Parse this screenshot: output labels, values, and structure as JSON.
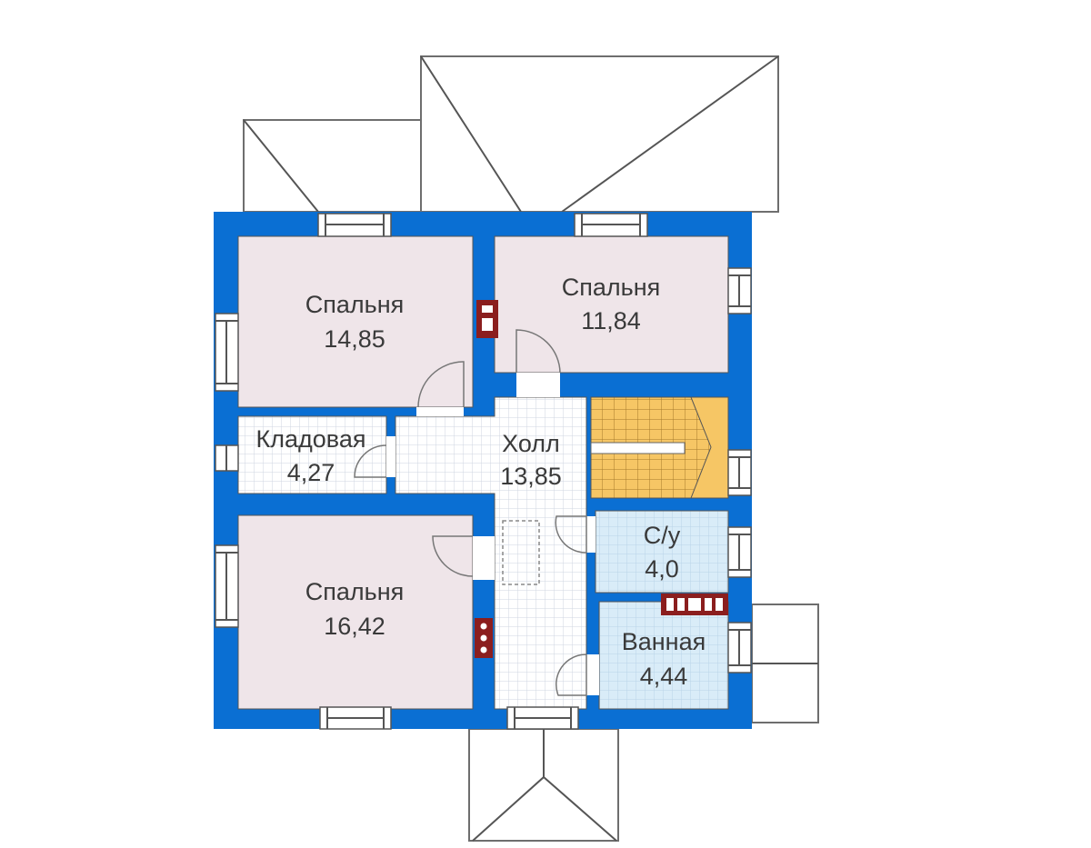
{
  "plan": {
    "rooms": [
      {
        "name": "Спальня",
        "area": "14,85"
      },
      {
        "name": "Спальня",
        "area": "11,84"
      },
      {
        "name": "Кладовая",
        "area": "4,27"
      },
      {
        "name": "Холл",
        "area": "13,85"
      },
      {
        "name": "С/у",
        "area": "4,0"
      },
      {
        "name": "Спальня",
        "area": "16,42"
      },
      {
        "name": "Ванная",
        "area": "4,44"
      }
    ]
  },
  "colors": {
    "wall": "#0a6fd3",
    "bedroom": "#efe5e9",
    "wet_room": "#d9ecf8",
    "stairs": "#f6c665",
    "chimney": "#8b1e1e"
  }
}
